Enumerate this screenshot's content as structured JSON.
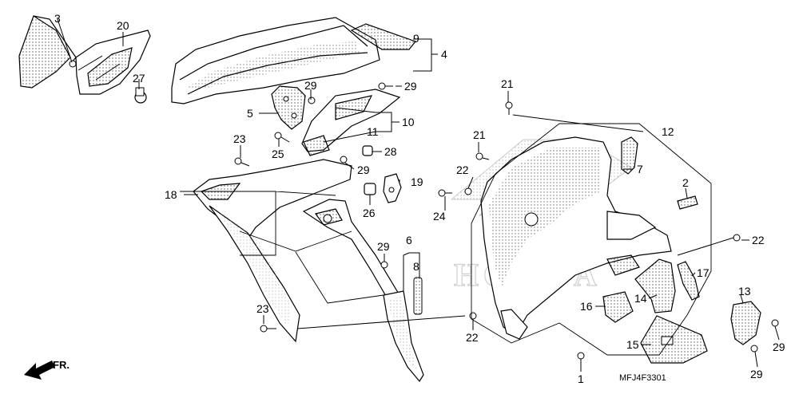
{
  "diagram": {
    "code": "MFJ4F3301",
    "front_label": "FR.",
    "watermark_letters": [
      "H",
      "O",
      "N",
      "D",
      "A"
    ],
    "callouts": [
      {
        "id": "c3",
        "text": "3"
      },
      {
        "id": "c20",
        "text": "20"
      },
      {
        "id": "c27",
        "text": "27"
      },
      {
        "id": "c9",
        "text": "9"
      },
      {
        "id": "c4",
        "text": "4"
      },
      {
        "id": "c29a",
        "text": "29"
      },
      {
        "id": "c29b",
        "text": "29"
      },
      {
        "id": "c5",
        "text": "5"
      },
      {
        "id": "c10",
        "text": "10"
      },
      {
        "id": "c11",
        "text": "11"
      },
      {
        "id": "c23a",
        "text": "23"
      },
      {
        "id": "c25",
        "text": "25"
      },
      {
        "id": "c28",
        "text": "28"
      },
      {
        "id": "c29c",
        "text": "29"
      },
      {
        "id": "c19",
        "text": "19"
      },
      {
        "id": "c18",
        "text": "18"
      },
      {
        "id": "c26",
        "text": "26"
      },
      {
        "id": "c29d",
        "text": "29"
      },
      {
        "id": "c6",
        "text": "6"
      },
      {
        "id": "c8",
        "text": "8"
      },
      {
        "id": "c23b",
        "text": "23"
      },
      {
        "id": "c21a",
        "text": "21"
      },
      {
        "id": "c12",
        "text": "12"
      },
      {
        "id": "c21b",
        "text": "21"
      },
      {
        "id": "c7",
        "text": "7"
      },
      {
        "id": "c22a",
        "text": "22"
      },
      {
        "id": "c2",
        "text": "2"
      },
      {
        "id": "c24",
        "text": "24"
      },
      {
        "id": "c22b",
        "text": "22"
      },
      {
        "id": "c17",
        "text": "17"
      },
      {
        "id": "c13",
        "text": "13"
      },
      {
        "id": "c14",
        "text": "14"
      },
      {
        "id": "c16",
        "text": "16"
      },
      {
        "id": "c15",
        "text": "15"
      },
      {
        "id": "c22c",
        "text": "22"
      },
      {
        "id": "c1",
        "text": "1"
      },
      {
        "id": "c29e",
        "text": "29"
      },
      {
        "id": "c29f",
        "text": "29"
      }
    ]
  }
}
